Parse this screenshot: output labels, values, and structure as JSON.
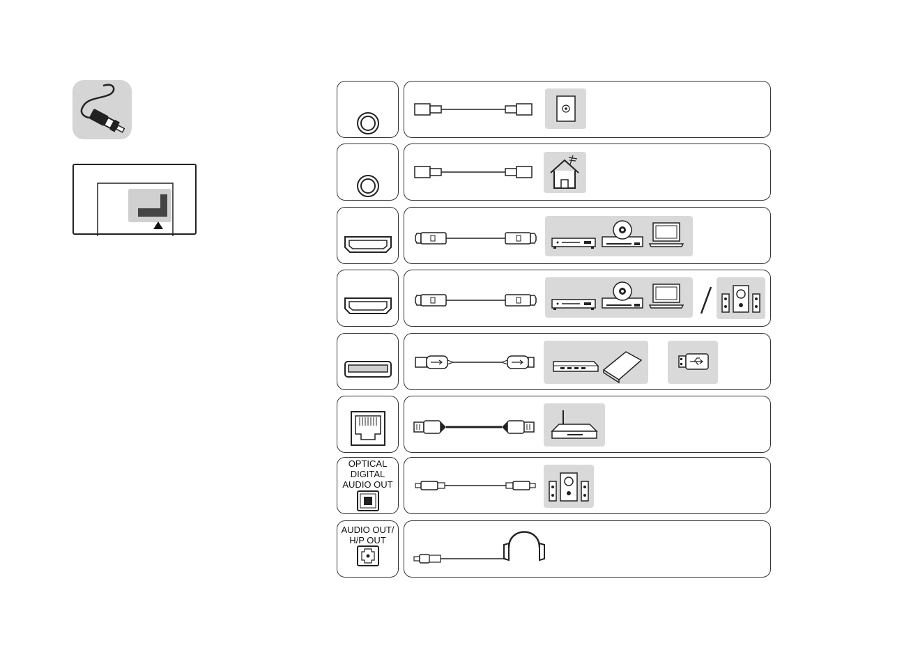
{
  "ports": {
    "optical": {
      "label": "OPTICAL\nDIGITAL\nAUDIO OUT"
    },
    "audio_out": {
      "label": "AUDIO OUT/\nH/P OUT"
    }
  },
  "colors": {
    "device_bg": "#d9d9d9",
    "outline": "#333333",
    "fill": "#ffffff"
  },
  "rows": [
    {
      "id": "satellite",
      "port": "coax-port",
      "cable": "coax-cable",
      "devices": [
        "wall-socket-icon"
      ]
    },
    {
      "id": "antenna",
      "port": "coax-port",
      "cable": "coax-cable",
      "devices": [
        "house-antenna-icon"
      ]
    },
    {
      "id": "hdmi-1",
      "port": "hdmi-port",
      "cable": "hdmi-cable",
      "devices": [
        "set-top-box-icon",
        "dvd-player-icon",
        "laptop-icon"
      ]
    },
    {
      "id": "hdmi-2",
      "port": "hdmi-port",
      "cable": "hdmi-cable",
      "devices": [
        "set-top-box-icon",
        "dvd-player-icon",
        "laptop-icon",
        "speaker-system-icon"
      ]
    },
    {
      "id": "usb",
      "port": "usb-port",
      "cable": "usb-cable",
      "devices": [
        "hdd-icon",
        "external-drive-icon",
        "usb-stick-icon"
      ]
    },
    {
      "id": "lan",
      "port": "lan-port",
      "cable": "lan-cable",
      "devices": [
        "router-icon"
      ]
    },
    {
      "id": "optical",
      "port": "optical-port",
      "cable": "optical-cable",
      "devices": [
        "speaker-system-icon"
      ]
    },
    {
      "id": "headphone",
      "port": "headphone-port",
      "cable": "headphone-cable",
      "devices": [
        "headphones-icon"
      ]
    }
  ]
}
